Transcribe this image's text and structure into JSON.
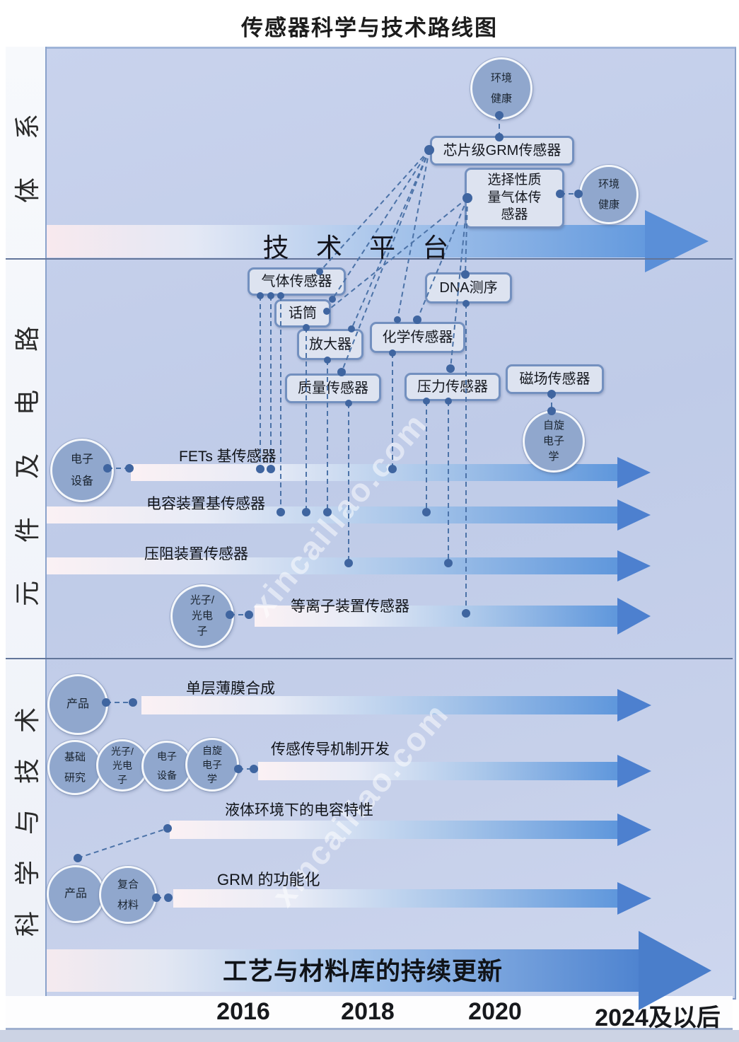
{
  "title": "传感器科学与技术路线图",
  "watermark": "xincailiao.com",
  "colors": {
    "background": "#c4cfe9",
    "box_fill": "#dde3f0",
    "box_border": "#7390bf",
    "circle_fill": "#90a7cd",
    "arrow_head": "#4d80cf",
    "arrow_gradient_end": "#5f97dc",
    "dash_line": "#4c73a8"
  },
  "bands": {
    "band1_label": "体系",
    "band2_label": "元件及电路",
    "band3_label": "科学与技术"
  },
  "band1": {
    "env_circle_top": "环境\n健康",
    "chip_box": "芯片级GRM传感器",
    "selective_box": "选择性质\n量气体传\n感器",
    "env_circle_right": "环境\n健康",
    "platform_arrow_label": "技 术 平 台"
  },
  "band2": {
    "boxes": {
      "gas": "气体传感器",
      "mic": "话筒",
      "amp": "放大器",
      "chem": "化学传感器",
      "dna": "DNA测序",
      "mass": "质量传感器",
      "pressure": "压力传感器",
      "magnetic": "磁场传感器"
    },
    "circles": {
      "spintronics": "自旋\n电子\n学",
      "electronics": "电子\n设备",
      "photonics": "光子/\n光电\n子"
    },
    "rows": {
      "fets": "FETs 基传感器",
      "capacitive": "电容装置基传感器",
      "piezo": "压阻装置传感器",
      "plasma": "等离子装置传感器"
    }
  },
  "band3": {
    "circles": {
      "product_top": "产品",
      "basic_research": "基础\n研究",
      "photonics": "光子/\n光电\n子",
      "electronics": "电子\n设备",
      "spintronics": "自旋\n电子\n学",
      "product_bottom": "产品",
      "composite": "复合\n材料"
    },
    "rows": {
      "monolayer": "单层薄膜合成",
      "sensing": "传感传导机制开发",
      "liquid": "液体环境下的电容特性",
      "grm": "GRM 的功能化"
    }
  },
  "bottom_arrow_label": "工艺与材料库的持续更新",
  "x_axis": [
    "2016",
    "2018",
    "2020",
    "2024及以后"
  ]
}
